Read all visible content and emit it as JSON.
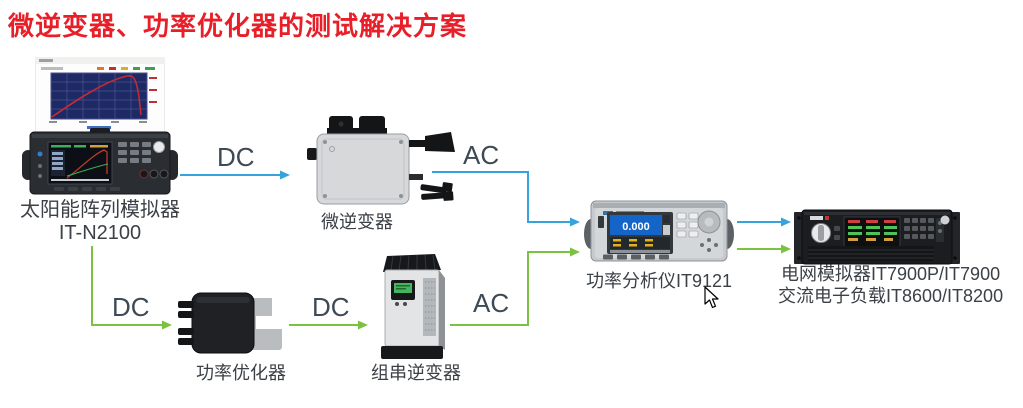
{
  "title": "微逆变器、功率优化器的测试解决方案",
  "devices": {
    "solar_simulator": {
      "name_line1": "太阳能阵列模拟器",
      "name_line2": "IT-N2100"
    },
    "micro_inverter": {
      "name": "微逆变器"
    },
    "power_optimizer": {
      "name": "功率优化器"
    },
    "string_inverter": {
      "name": "组串逆变器"
    },
    "power_analyzer": {
      "name": "功率分析仪IT9121",
      "display_value": "0.000"
    },
    "grid_simulator": {
      "name_line1": "电网模拟器IT7900P/IT7900",
      "name_line2": "交流电子负载IT8600/IT8200"
    }
  },
  "connections": [
    {
      "from": "solar-array-simulator",
      "to": "micro-inverter",
      "label": "DC",
      "color": "#36a3dc"
    },
    {
      "from": "micro-inverter",
      "to": "power-analyzer",
      "label": "AC",
      "color": "#36a3dc"
    },
    {
      "from": "solar-array-simulator",
      "to": "power-optimizer",
      "label": "DC",
      "color": "#7dc142"
    },
    {
      "from": "power-optimizer",
      "to": "string-inverter",
      "label": "DC",
      "color": "#7dc142"
    },
    {
      "from": "string-inverter",
      "to": "power-analyzer",
      "label": "AC",
      "color": "#7dc142"
    },
    {
      "from": "power-analyzer",
      "to": "grid-simulator",
      "label": "",
      "color": "#36a3dc"
    },
    {
      "from": "power-analyzer",
      "to": "grid-simulator",
      "label": "",
      "color": "#7dc142"
    }
  ],
  "colors": {
    "title_text": "#e81e28",
    "arrow_blue": "#36a3dc",
    "arrow_green": "#7dc142",
    "device_label_text": "#3c4147",
    "edge_label_text": "#3d4956",
    "analyzer_lcd_blue": "#1565c9"
  }
}
